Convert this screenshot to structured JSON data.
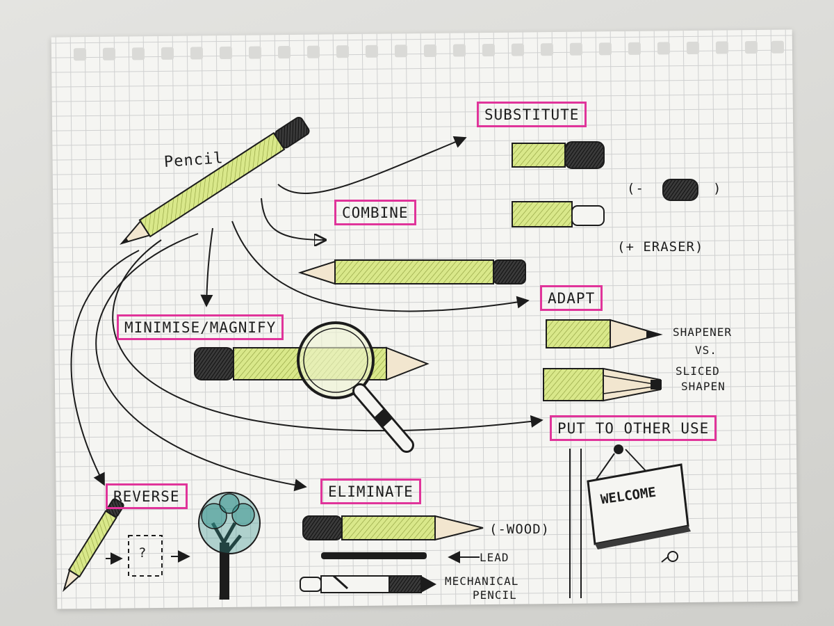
{
  "title": "Pencil",
  "labels": {
    "substitute": "SUBSTITUTE",
    "combine": "COMBINE",
    "adapt": "ADAPT",
    "minimise_magnify": "MINIMISE/MAGNIFY",
    "put_to_other_use": "PUT TO OTHER USE",
    "reverse": "REVERSE",
    "eliminate": "ELIMINATE"
  },
  "notes": {
    "minus_eraser_prefix": "(-",
    "minus_eraser_suffix": ")",
    "plus_eraser": "(+ ERASER)",
    "sharpener_line1": "SHAPENER",
    "sharpener_line2": "VS.",
    "sliced_line1": "SLICED",
    "sliced_line2": "SHAPEN",
    "welcome": "WELCOME",
    "question_mark": "?",
    "minus_wood": "(-WOOD)",
    "lead": "LEAD",
    "mechanical_line1": "MECHANICAL",
    "mechanical_line2": "PENCIL"
  },
  "colors": {
    "highlight_box": "#e0349a",
    "pencil_body": "#d9e88a",
    "ink": "#1c1c1c",
    "grid": "#cfd0d0",
    "tree_crown": "#2f8f8a"
  }
}
